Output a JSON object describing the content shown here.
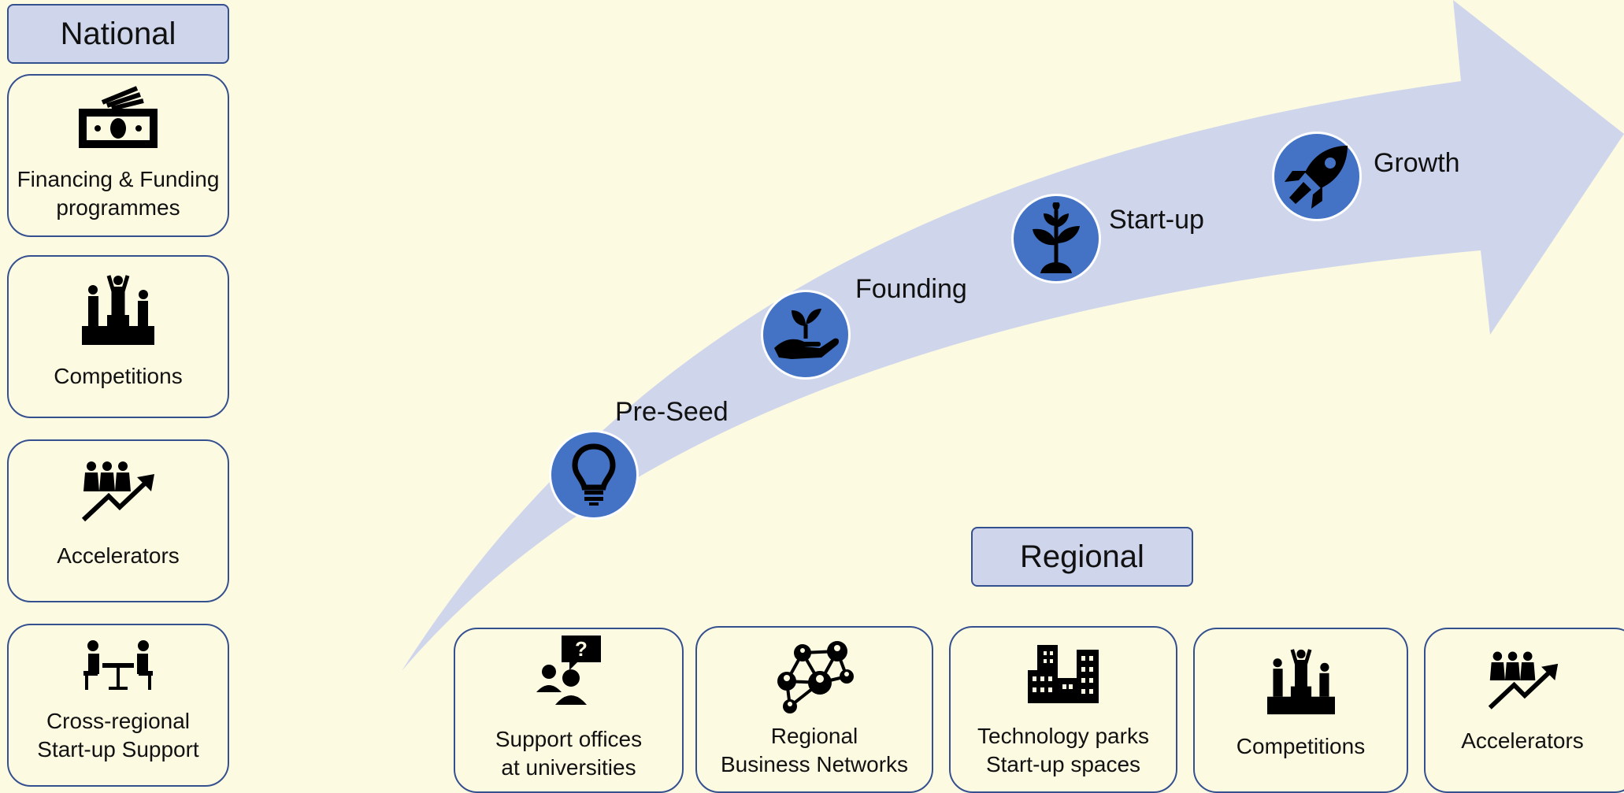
{
  "colors": {
    "background": "#fdfae2",
    "arrow": "#cfd6ec",
    "stage_disc": "#4472c4",
    "border": "#35508f"
  },
  "national": {
    "title": "National",
    "cards": [
      {
        "icon": "money-icon",
        "line1": "Financing & Funding",
        "line2": "programmes"
      },
      {
        "icon": "podium-icon",
        "line1": "Competitions",
        "line2": ""
      },
      {
        "icon": "growth-team-icon",
        "line1": "Accelerators",
        "line2": ""
      },
      {
        "icon": "meeting-icon",
        "line1": "Cross-regional",
        "line2": "Start-up Support"
      }
    ]
  },
  "regional": {
    "title": "Regional",
    "cards": [
      {
        "icon": "question-support-icon",
        "line1": "Support offices",
        "line2": "at universities"
      },
      {
        "icon": "network-icon",
        "line1": "Regional",
        "line2": "Business Networks"
      },
      {
        "icon": "buildings-icon",
        "line1": "Technology parks",
        "line2": "Start-up spaces"
      },
      {
        "icon": "podium-icon",
        "line1": "Competitions",
        "line2": ""
      },
      {
        "icon": "growth-team-icon",
        "line1": "Accelerators",
        "line2": ""
      }
    ]
  },
  "stages": [
    {
      "icon": "lightbulb-icon",
      "label": "Pre-Seed"
    },
    {
      "icon": "seedling-hand-icon",
      "label": "Founding"
    },
    {
      "icon": "plant-icon",
      "label": "Start-up"
    },
    {
      "icon": "rocket-icon",
      "label": "Growth"
    }
  ]
}
